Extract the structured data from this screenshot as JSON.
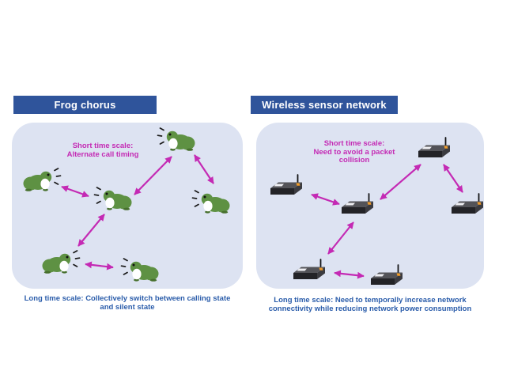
{
  "colors": {
    "header_bg": "#2f549b",
    "header_text": "#ffffff",
    "panel_bg": "#dde3f2",
    "accent_magenta": "#c42ab4",
    "caption_blue": "#2a5caa",
    "frog_green": "#5e9143",
    "frog_green_dark": "#47702e",
    "sound_black": "#1a1a1a",
    "device_top": "#535358",
    "device_front": "#232327",
    "device_side": "#3b3b40",
    "device_label": "#eeeef2",
    "device_accent": "#ef9b2a",
    "antenna": "#141416"
  },
  "left": {
    "header": "Frog chorus",
    "short_lines": [
      "Short time scale:",
      "Alternate call timing"
    ],
    "caption_lines": [
      "Long time scale: Collectively switch between calling state",
      "and silent state"
    ]
  },
  "right": {
    "header": "Wireless sensor network",
    "short_lines": [
      "Short time scale:",
      "Need to avoid a packet",
      "collision"
    ],
    "caption_lines": [
      "Long time scale: Need to temporally increase network",
      "connectivity while reducing network power consumption"
    ]
  }
}
